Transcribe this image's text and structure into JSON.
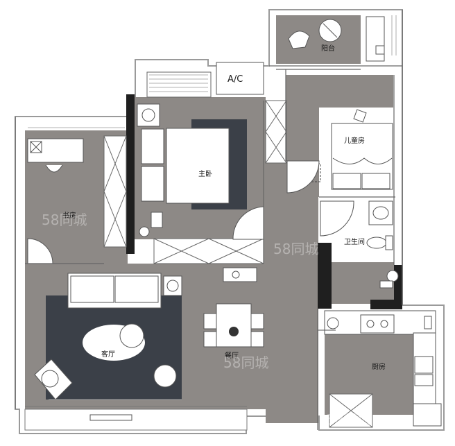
{
  "plan": {
    "rooms": {
      "balcony": "阳台",
      "ac": "A/C",
      "master_bedroom": "主卧",
      "kids_room": "儿童房",
      "study": "书房",
      "bathroom": "卫生间",
      "living_room": "客厅",
      "dining_room": "餐厅",
      "kitchen": "厨房"
    },
    "watermark": "58同城",
    "colors": {
      "floor": "#8d8986",
      "wall": "#1f1f1f",
      "rug": "#3b4048",
      "room_white": "#ffffff"
    }
  }
}
